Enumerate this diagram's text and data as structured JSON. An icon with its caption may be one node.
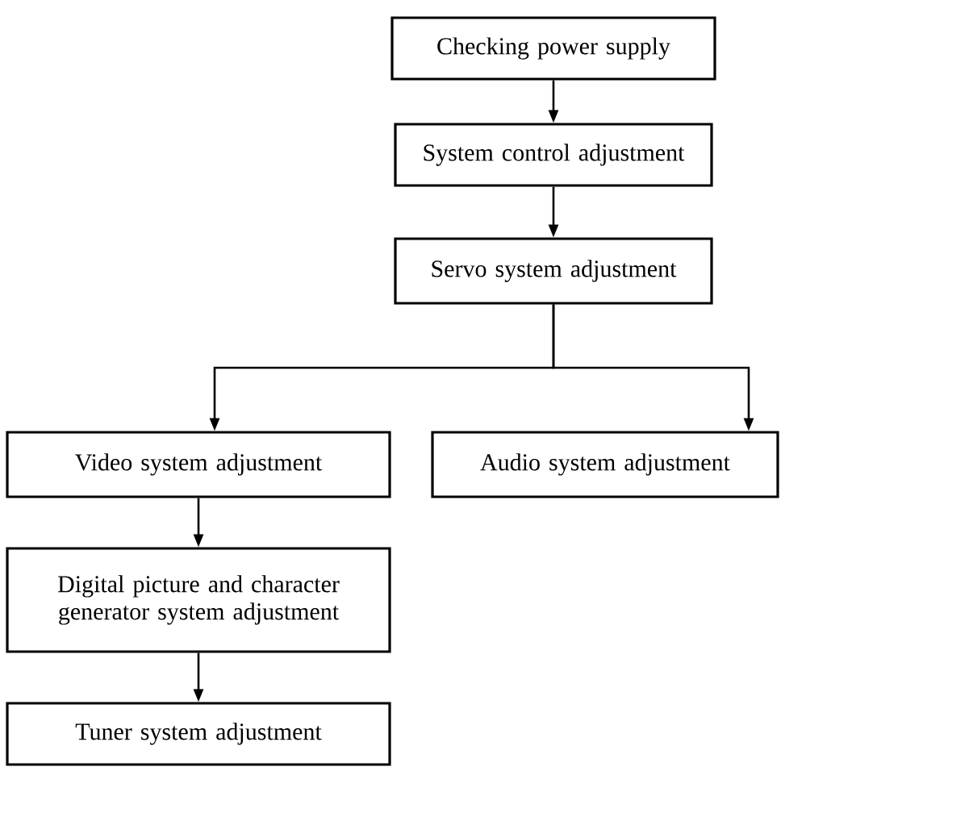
{
  "diagram": {
    "nodes": [
      {
        "text": [
          "Checking power supply"
        ]
      },
      {
        "text": [
          "System control adjustment"
        ]
      },
      {
        "text": [
          "Servo system adjustment"
        ]
      },
      {
        "text": [
          "Video system adjustment"
        ]
      },
      {
        "text": [
          "Audio system adjustment"
        ]
      },
      {
        "text": [
          "Digital picture and character generator system adjustment"
        ]
      },
      {
        "text": [
          "Tuner system adjustment"
        ]
      }
    ],
    "edges": [
      {
        "from": 0,
        "to": 1,
        "arrow": "to"
      },
      {
        "from": 1,
        "to": 2,
        "arrow": "to"
      },
      {
        "from": 2,
        "to": 3,
        "arrow": "to"
      },
      {
        "from": 2,
        "to": 4,
        "arrow": "to"
      },
      {
        "from": 3,
        "to": 5,
        "arrow": "to"
      },
      {
        "from": 5,
        "to": 6,
        "arrow": "to"
      }
    ]
  }
}
